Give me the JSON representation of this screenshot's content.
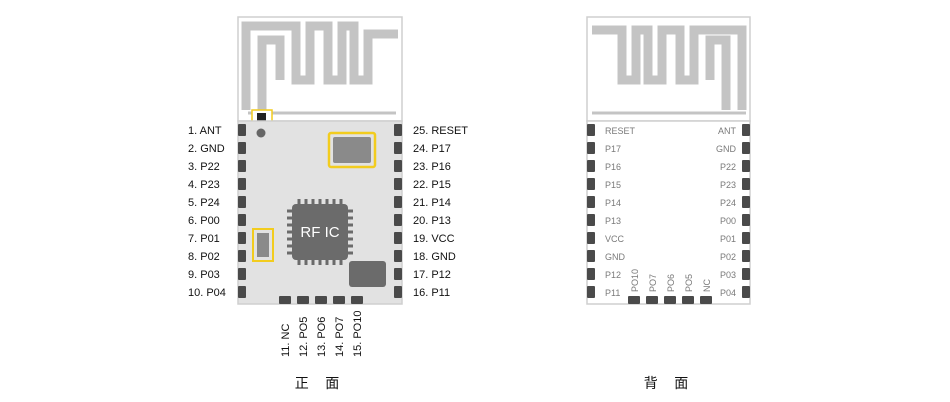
{
  "front": {
    "caption": "正 面",
    "ic_label": "RF IC",
    "left_pins": [
      "1. ANT",
      "2. GND",
      "3. P22",
      "4. P23",
      "5. P24",
      "6. P00",
      "7. P01",
      "8. P02",
      "9. P03",
      "10. P04"
    ],
    "right_pins": [
      "25. RESET",
      "24. P17",
      "23. P16",
      "22. P15",
      "21. P14",
      "20. P13",
      "19. VCC",
      "18. GND",
      "17. P12",
      "16. P11"
    ],
    "bottom_pins": [
      "11. NC",
      "12. PO5",
      "13. PO6",
      "14. PO7",
      "15. PO10"
    ]
  },
  "back": {
    "caption": "背 面",
    "left_pins": [
      "RESET",
      "P17",
      "P16",
      "P15",
      "P14",
      "P13",
      "VCC",
      "GND",
      "P12",
      "P11"
    ],
    "right_pins": [
      "ANT",
      "GND",
      "P22",
      "P23",
      "P24",
      "P00",
      "P01",
      "P02",
      "P03",
      "P04"
    ],
    "bottom_pins": [
      "PO10",
      "PO7",
      "PO6",
      "PO5",
      "NC"
    ]
  },
  "colors": {
    "board": "#e2e2e2",
    "antenna": "#c4c4c4",
    "outline": "#cfcfcf",
    "pad": "#4a4a4a",
    "chip": "#6b6b6b",
    "highlight": "#f2cc1e"
  }
}
